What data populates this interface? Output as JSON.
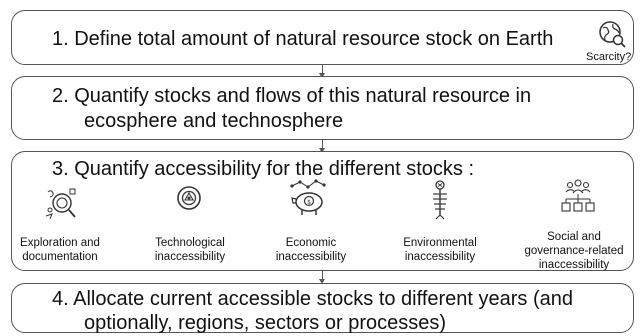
{
  "steps": {
    "step1": "1. Define total amount of natural resource stock on Earth",
    "step2_line1": "2. Quantify stocks and flows of this natural resource in",
    "step2_line2": "ecosphere and technosphere",
    "step3": "3. Quantify accessibility for the different stocks :",
    "step4_line1": "4. Allocate current accessible stocks to different years (and",
    "step4_line2": "optionally, regions, sectors or processes)"
  },
  "scarcity": {
    "label": "Scarcity?",
    "icon": "globe-search-icon"
  },
  "categories": [
    {
      "icon": "exploration-icon",
      "line1": "Exploration and",
      "line2": "documentation",
      "line3": ""
    },
    {
      "icon": "technology-icon",
      "line1": "Technological",
      "line2": "inaccessibility",
      "line3": ""
    },
    {
      "icon": "piggy-bank-icon",
      "line1": "Economic",
      "line2": "inaccessibility",
      "line3": ""
    },
    {
      "icon": "fish-bone-icon",
      "line1": "Environmental",
      "line2": "inaccessibility",
      "line3": ""
    },
    {
      "icon": "people-network-icon",
      "line1": "Social and",
      "line2": "governance-related",
      "line3": "inaccessibility"
    }
  ]
}
